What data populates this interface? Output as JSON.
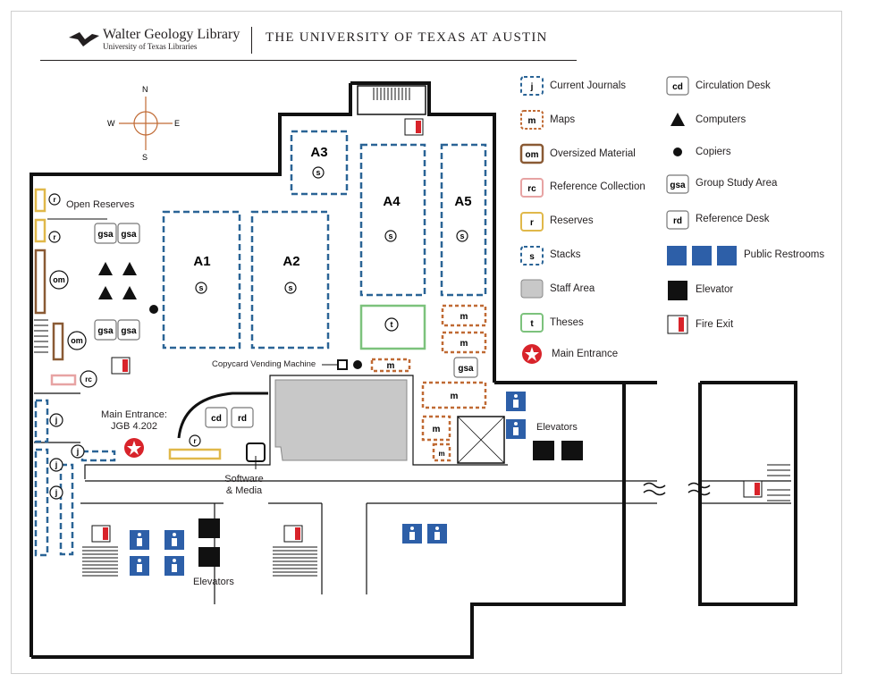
{
  "header": {
    "library_name": "Walter Geology Library",
    "library_sub": "University of Texas Libraries",
    "university": "THE UNIVERSITY OF TEXAS AT AUSTIN"
  },
  "compass": {
    "n": "N",
    "s": "S",
    "e": "E",
    "w": "W"
  },
  "areas": {
    "a1": "A1",
    "a2": "A2",
    "a3": "A3",
    "a4": "A4",
    "a5": "A5",
    "stack_code": "s",
    "thesis_code": "t",
    "map_code": "m",
    "journal_code": "j",
    "reserve_code": "r",
    "oversized_code": "om",
    "refcoll_code": "rc",
    "gsa_code": "gsa",
    "cd_code": "cd",
    "rd_code": "rd"
  },
  "labels": {
    "open_reserves": "Open Reserves",
    "main_entrance_line1": "Main Entrance:",
    "main_entrance_line2": "JGB     4.202",
    "copycard": "Copycard Vending Machine",
    "software_line1": "Software",
    "software_line2": "& Media",
    "elevators_bottom": "Elevators",
    "elevators_right": "Elevators"
  },
  "legend": {
    "col1": [
      {
        "code": "j",
        "label": "Current Journals"
      },
      {
        "code": "m",
        "label": "Maps"
      },
      {
        "code": "om",
        "label": "Oversized Material"
      },
      {
        "code": "rc",
        "label": "Reference Collection"
      },
      {
        "code": "r",
        "label": "Reserves"
      },
      {
        "code": "s",
        "label": "Stacks"
      },
      {
        "code": "",
        "label": "Staff Area"
      },
      {
        "code": "t",
        "label": "Theses"
      },
      {
        "code": "",
        "label": "Main Entrance"
      }
    ],
    "col2": [
      {
        "code": "cd",
        "label": "Circulation Desk"
      },
      {
        "code": "",
        "label": "Computers"
      },
      {
        "code": "",
        "label": "Copiers"
      },
      {
        "code": "gsa",
        "label": "Group Study Area"
      },
      {
        "code": "rd",
        "label": "Reference Desk"
      },
      {
        "code": "",
        "label": "Public Restrooms"
      },
      {
        "code": "",
        "label": "Elevator"
      },
      {
        "code": "",
        "label": "Fire Exit"
      }
    ]
  },
  "colors": {
    "stacks": "#2a6496",
    "maps": "#c06a34",
    "oversized": "#8a5a34",
    "refcoll": "#e7a3a3",
    "reserves": "#e0b84a",
    "staff": "#c8c8c8",
    "theses": "#7cc27c",
    "entrance": "#d8232a",
    "restroom": "#2d5fa8",
    "wall": "#111111"
  }
}
